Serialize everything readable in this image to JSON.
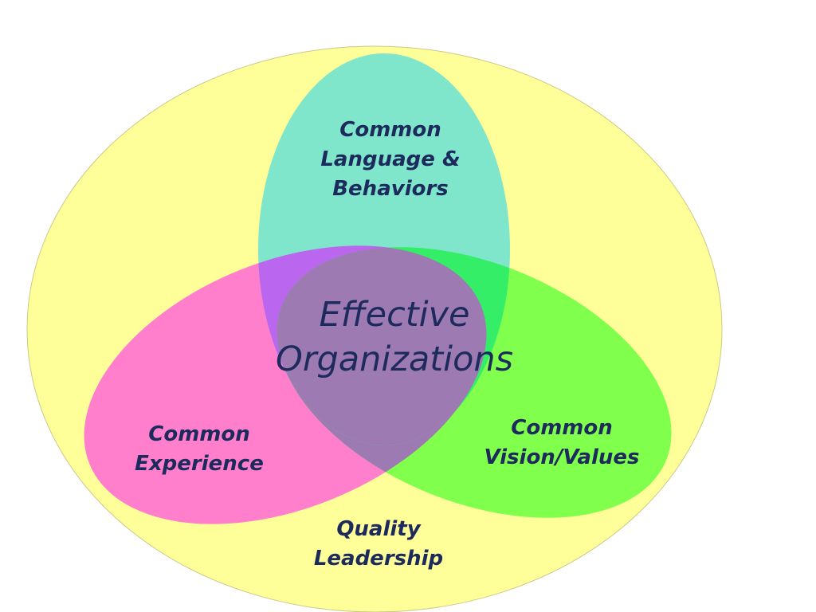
{
  "diagram": {
    "outer": {
      "label": "Quality\nLeadership",
      "color": "#ffff99"
    },
    "circles": [
      {
        "id": "language",
        "label": "Common\nLanguage &\nBehaviors",
        "color": "#7fe6cc"
      },
      {
        "id": "experience",
        "label": "Common\nExperience",
        "color": "#ff7fcc"
      },
      {
        "id": "vision",
        "label": "Common\nVision/Values",
        "color": "#80ff4d"
      }
    ],
    "center": {
      "label": "Effective\nOrganizations",
      "color": "#9e7ab3"
    },
    "text_color": "#1c2a5c"
  }
}
